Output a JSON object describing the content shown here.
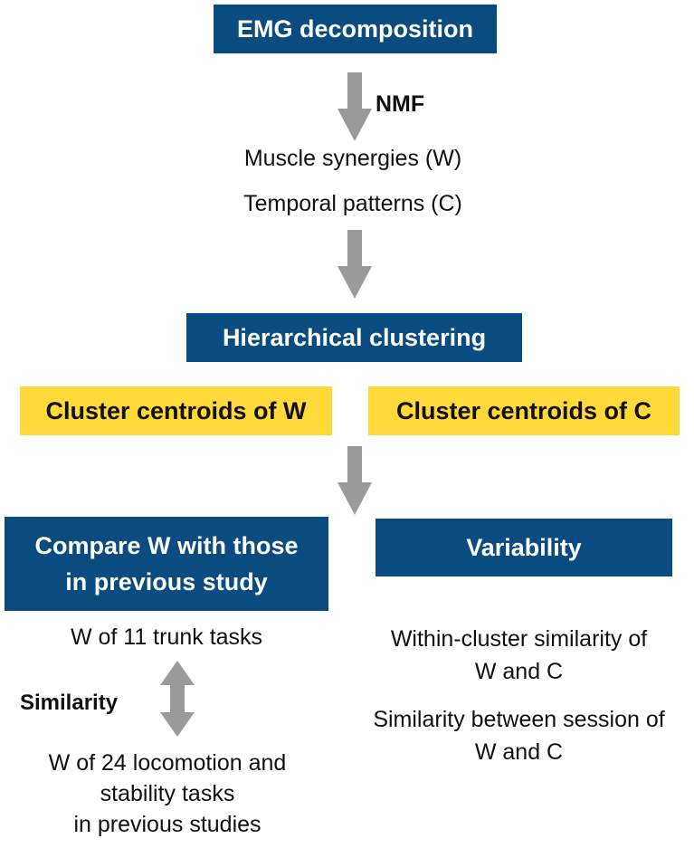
{
  "colors": {
    "navy": "#0a4c80",
    "yellow": "#ffd83a",
    "arrow": "#9a9a9a"
  },
  "top_box": "EMG decomposition",
  "nmf_label": "NMF",
  "outputs": {
    "w": "Muscle synergies (W)",
    "c": "Temporal patterns (C)"
  },
  "clustering_box": "Hierarchical clustering",
  "centroids": {
    "w": "Cluster centroids of W",
    "c": "Cluster centroids of C"
  },
  "compare_box": {
    "line1": "Compare W with those",
    "line2": "in previous study"
  },
  "variability_box": "Variability",
  "left": {
    "trunk": "W of 11 trunk tasks",
    "similarity_label": "Similarity",
    "loco_line1": "W of 24 locomotion and",
    "loco_line2": "stability tasks",
    "loco_line3": "in previous studies"
  },
  "right": {
    "within_line1": "Within-cluster similarity of",
    "within_line2": "W and C",
    "between_line1": "Similarity between session of",
    "between_line2": "W and C"
  }
}
